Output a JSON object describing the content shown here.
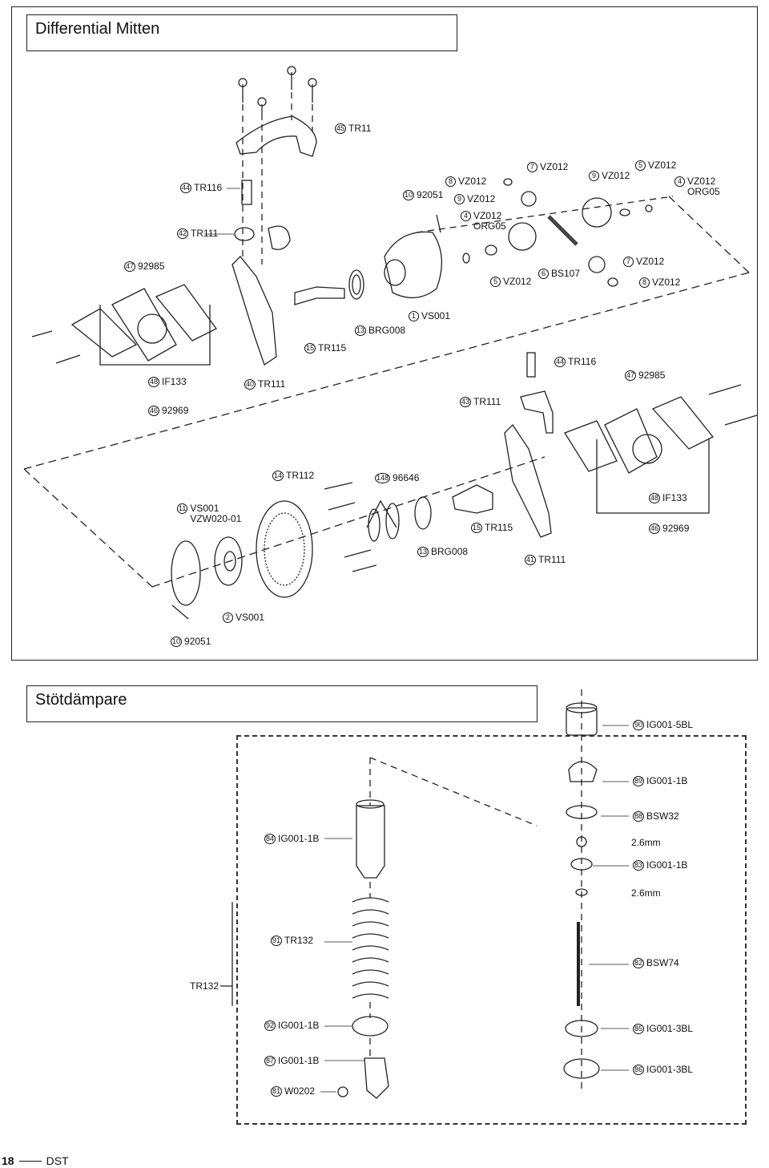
{
  "section1": {
    "title": "Differential Mitten",
    "labels": [
      {
        "id": "l45",
        "num": "45",
        "codes": [
          "TR11"
        ]
      },
      {
        "id": "l44a",
        "num": "44",
        "codes": [
          "TR116"
        ]
      },
      {
        "id": "l42",
        "num": "42",
        "codes": [
          "TR111"
        ]
      },
      {
        "id": "l10a",
        "num": "10",
        "codes": [
          "92051"
        ]
      },
      {
        "id": "l8a",
        "num": "8",
        "codes": [
          "VZ012"
        ]
      },
      {
        "id": "l9a",
        "num": "9",
        "codes": [
          "VZ012"
        ]
      },
      {
        "id": "l4a",
        "num": "4",
        "codes": [
          "VZ012",
          "ORG05"
        ]
      },
      {
        "id": "l7a",
        "num": "7",
        "codes": [
          "VZ012"
        ]
      },
      {
        "id": "l9b",
        "num": "9",
        "codes": [
          "VZ012"
        ]
      },
      {
        "id": "l5a",
        "num": "5",
        "codes": [
          "VZ012"
        ]
      },
      {
        "id": "l4b",
        "num": "4",
        "codes": [
          "VZ012",
          "ORG05"
        ]
      },
      {
        "id": "l47a",
        "num": "47",
        "codes": [
          "92985"
        ]
      },
      {
        "id": "l5b",
        "num": "5",
        "codes": [
          "VZ012"
        ]
      },
      {
        "id": "l6",
        "num": "6",
        "codes": [
          "BS107"
        ]
      },
      {
        "id": "l7b",
        "num": "7",
        "codes": [
          "VZ012"
        ]
      },
      {
        "id": "l8b",
        "num": "8",
        "codes": [
          "VZ012"
        ]
      },
      {
        "id": "l1",
        "num": "1",
        "codes": [
          "VS001"
        ]
      },
      {
        "id": "l13a",
        "num": "13",
        "codes": [
          "BRG008"
        ]
      },
      {
        "id": "l15a",
        "num": "15",
        "codes": [
          "TR115"
        ]
      },
      {
        "id": "l44b",
        "num": "44",
        "codes": [
          "TR116"
        ]
      },
      {
        "id": "l48a",
        "num": "48",
        "codes": [
          "IF133"
        ]
      },
      {
        "id": "l40",
        "num": "40",
        "codes": [
          "TR111"
        ]
      },
      {
        "id": "l47b",
        "num": "47",
        "codes": [
          "92985"
        ]
      },
      {
        "id": "l43",
        "num": "43",
        "codes": [
          "TR111"
        ]
      },
      {
        "id": "l46a",
        "num": "46",
        "codes": [
          "92969"
        ]
      },
      {
        "id": "l14",
        "num": "14",
        "codes": [
          "TR112"
        ]
      },
      {
        "id": "l148",
        "num": "148",
        "codes": [
          "96646"
        ]
      },
      {
        "id": "l11",
        "num": "11",
        "codes": [
          "VS001",
          "VZW020-01"
        ]
      },
      {
        "id": "l48b",
        "num": "48",
        "codes": [
          "IF133"
        ]
      },
      {
        "id": "l15b",
        "num": "15",
        "codes": [
          "TR115"
        ]
      },
      {
        "id": "l46b",
        "num": "46",
        "codes": [
          "92969"
        ]
      },
      {
        "id": "l13b",
        "num": "13",
        "codes": [
          "BRG008"
        ]
      },
      {
        "id": "l41",
        "num": "41",
        "codes": [
          "TR111"
        ]
      },
      {
        "id": "l2",
        "num": "2",
        "codes": [
          "VS001"
        ]
      },
      {
        "id": "l10b",
        "num": "10",
        "codes": [
          "92051"
        ]
      }
    ]
  },
  "section2": {
    "title": "Stötdämpare",
    "labels": [
      {
        "id": "m90",
        "num": "90",
        "codes": [
          "IG001-5BL"
        ]
      },
      {
        "id": "m89",
        "num": "89",
        "codes": [
          "IG001-1B"
        ]
      },
      {
        "id": "m88",
        "num": "88",
        "codes": [
          "BSW32"
        ]
      },
      {
        "id": "m84",
        "num": "84",
        "codes": [
          "IG001-1B"
        ]
      },
      {
        "id": "m83",
        "num": "83",
        "codes": [
          "IG001-1B"
        ]
      },
      {
        "id": "m91",
        "num": "91",
        "codes": [
          "TR132"
        ]
      },
      {
        "id": "m82",
        "num": "82",
        "codes": [
          "BSW74"
        ]
      },
      {
        "id": "m92",
        "num": "92",
        "codes": [
          "IG001-1B"
        ]
      },
      {
        "id": "m85",
        "num": "85",
        "codes": [
          "IG001-3BL"
        ]
      },
      {
        "id": "m87",
        "num": "87",
        "codes": [
          "IG001-1B"
        ]
      },
      {
        "id": "m86",
        "num": "86",
        "codes": [
          "IG001-3BL"
        ]
      },
      {
        "id": "m81",
        "num": "81",
        "codes": [
          "W0202"
        ]
      }
    ],
    "plain": {
      "size1": "2.6mm",
      "size2": "2.6mm",
      "tr132": "TR132"
    }
  },
  "footer": {
    "page": "18",
    "brand": "DST"
  }
}
